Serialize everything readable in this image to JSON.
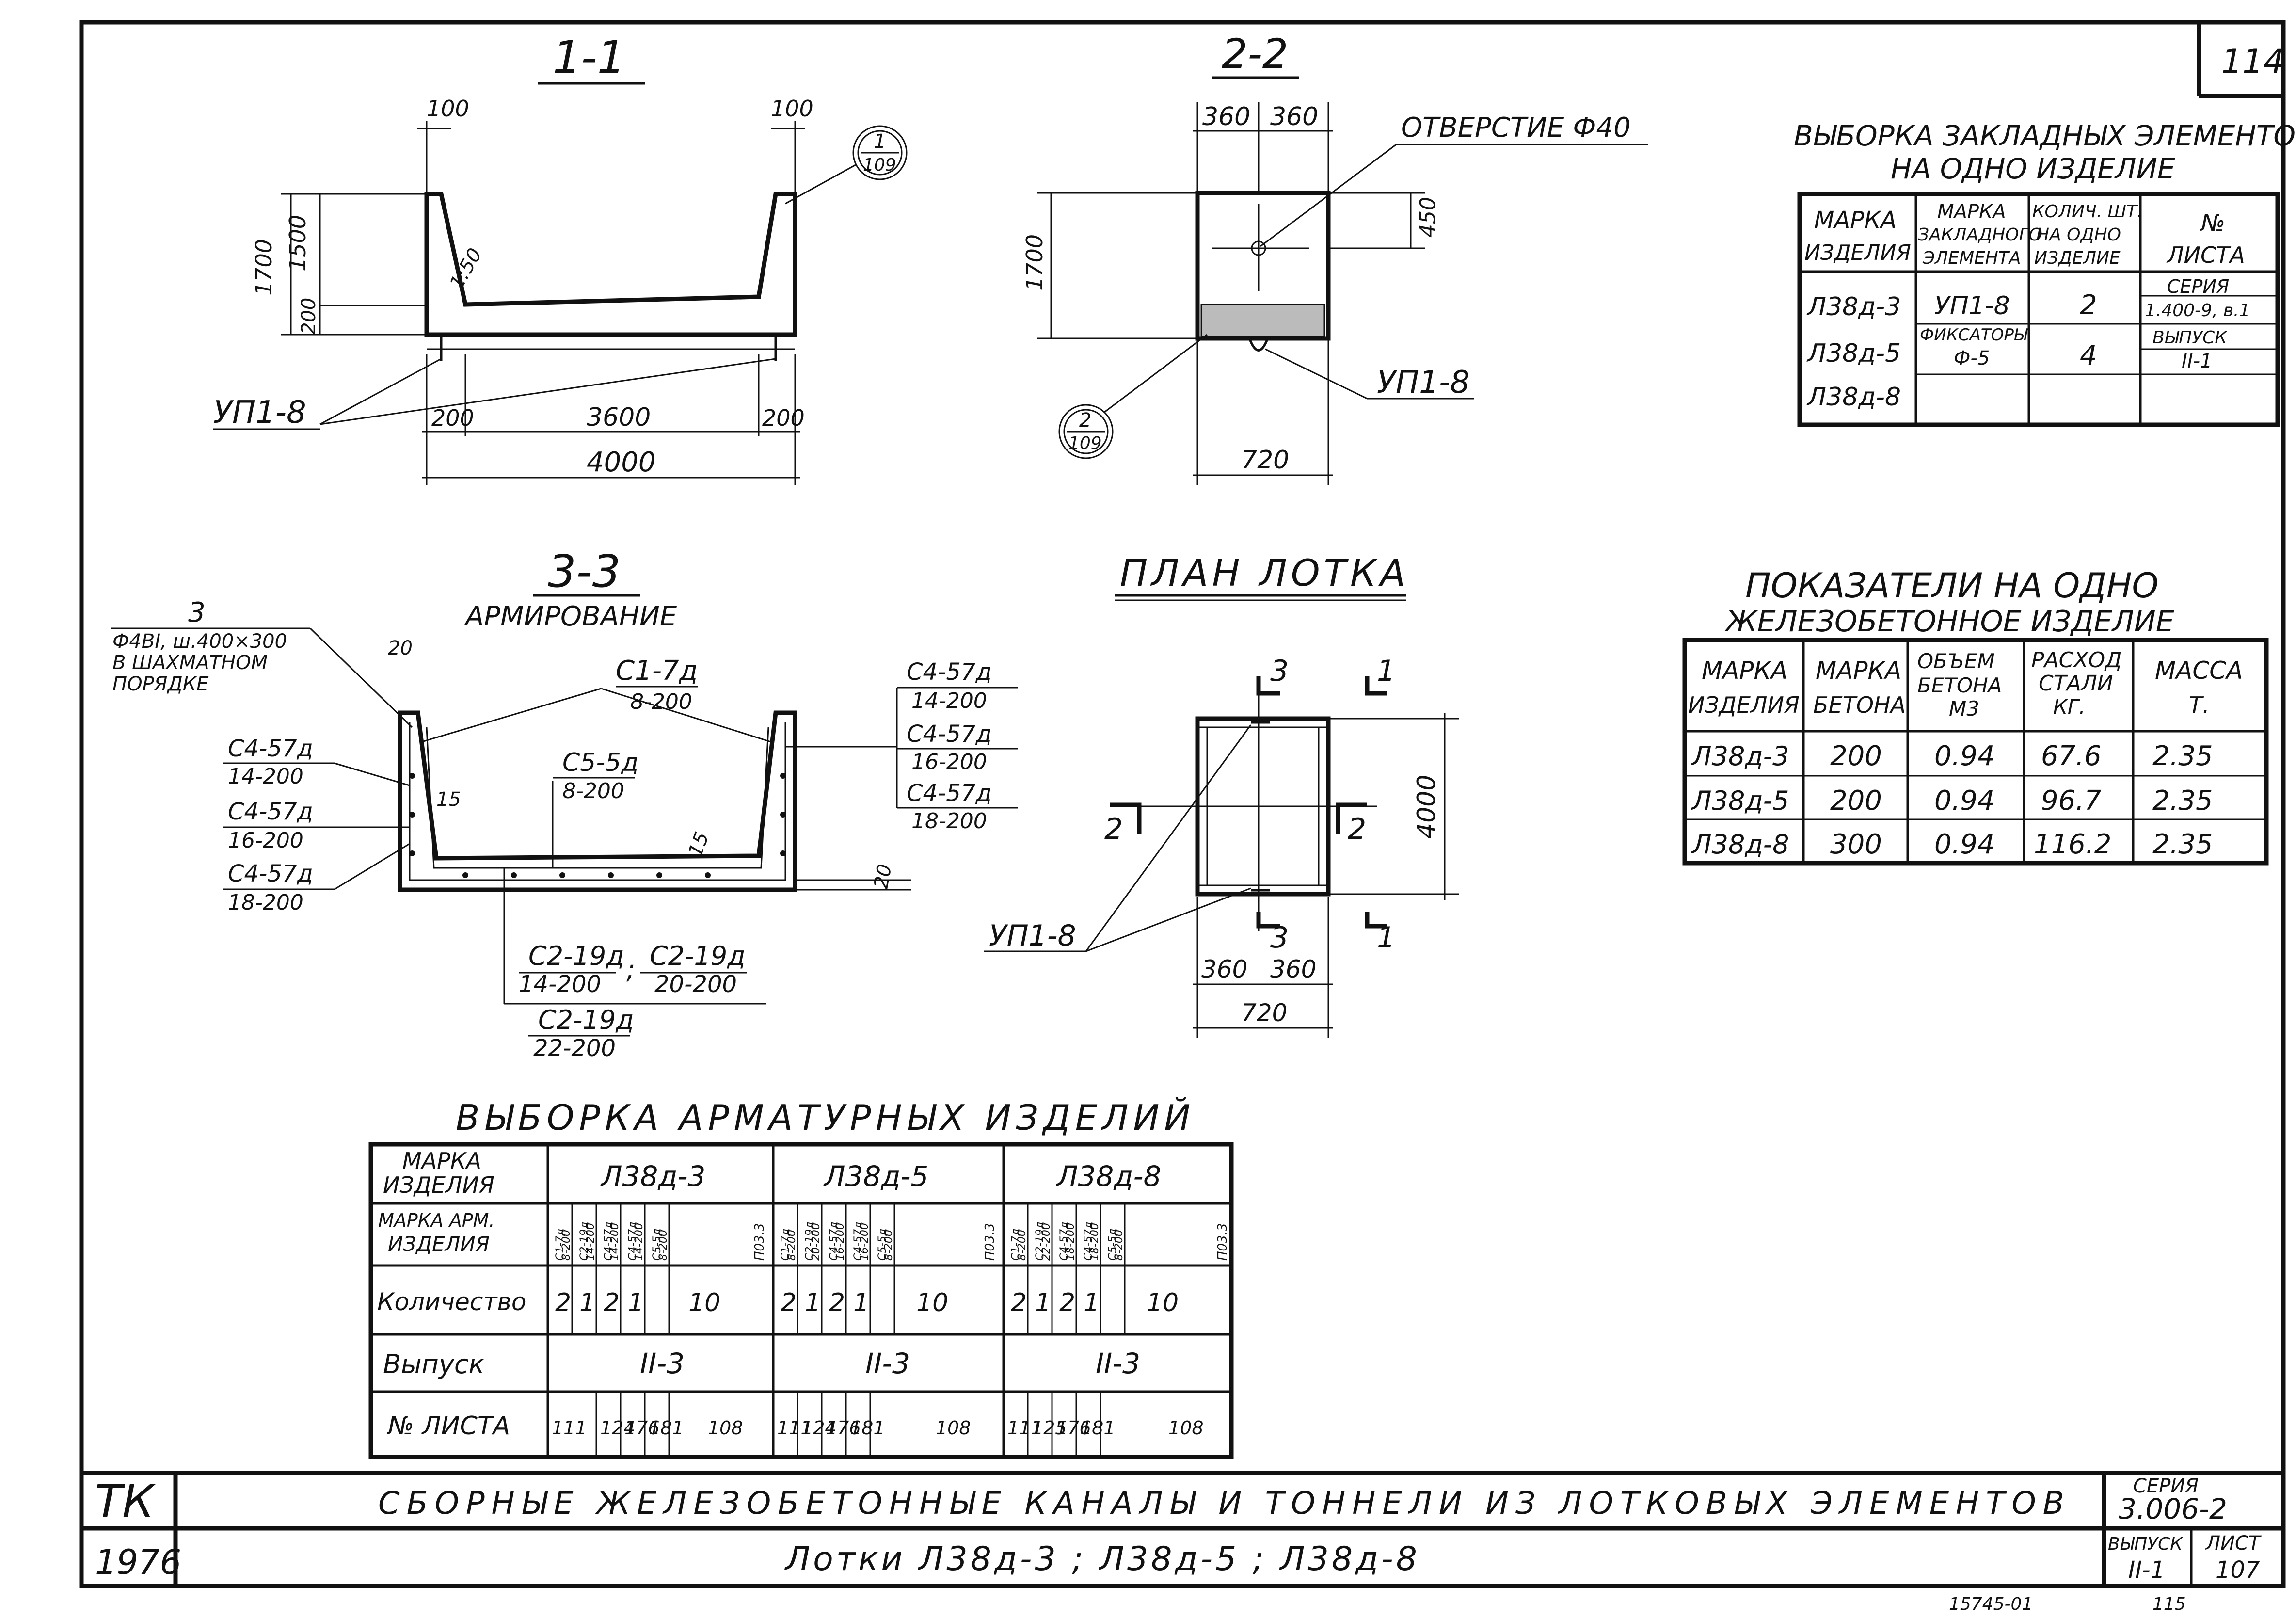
{
  "sheet": {
    "corner_number": "114",
    "org": "ТК",
    "year": "1976",
    "title_line": "СБОРНЫЕ ЖЕЛЕЗОБЕТОННЫЕ КАНАЛЫ И ТОННЕЛИ ИЗ ЛОТКОВЫХ ЭЛЕМЕНТОВ",
    "subtitle_line": "Лотки Л38д-3 ; Л38д-5 ; Л38д-8",
    "series_label": "СЕРИЯ",
    "series_value": "3.006-2",
    "issue_label": "ВЫПУСК",
    "issue_value": "II-1",
    "sheet_label": "ЛИСТ",
    "sheet_value": "107",
    "footer_code": "15745-01",
    "footer_num": "115"
  },
  "sections": {
    "s11": {
      "title": "1-1",
      "d100a": "100",
      "d100b": "100",
      "h1700": "1700",
      "h1500": "1500",
      "h200": "200",
      "slope": "1:50",
      "b200a": "200",
      "b3600": "3600",
      "b200b": "200",
      "b4000": "4000",
      "callout_top": "1",
      "callout_bot": "109",
      "label_up": "УП1-8"
    },
    "s22": {
      "title": "2-2",
      "w360a": "360",
      "w360b": "360",
      "hole": "ОТВЕРСТИЕ Ф40",
      "h450": "450",
      "h1700": "1700",
      "callout_top": "2",
      "callout_bot": "109",
      "label_up": "УП1-8",
      "w720": "720"
    },
    "s33": {
      "title": "3-3",
      "subtitle": "АРМИРОВАНИЕ",
      "n3": "3",
      "rebar1": "Ф4ВI, ш.400×300",
      "rebar2": "В ШАХМАТНОМ",
      "rebar3": "ПОРЯДКЕ",
      "d20a": "20",
      "c17": "С1-7д",
      "c17s": "8-200",
      "c55": "С5-5д",
      "c55s": "8-200",
      "l1a": "С4-57д",
      "l1b": "14-200",
      "l2a": "С4-57д",
      "l2b": "16-200",
      "l3a": "С4-57д",
      "l3b": "18-200",
      "r1a": "С4-57д",
      "r1b": "14-200",
      "r2a": "С4-57д",
      "r2b": "16-200",
      "r3a": "С4-57д",
      "r3b": "18-200",
      "d15a": "15",
      "d15b": "15",
      "d20b": "20",
      "b1a": "С2-19д",
      "b1b": "14-200",
      "b2a": "С2-19д",
      "b2b": "20-200",
      "sep": ";",
      "b3a": "С2-19д",
      "b3b": "22-200"
    },
    "plan": {
      "title": "ПЛАН ЛОТКА",
      "m3a": "3",
      "m1a": "1",
      "m2a": "2",
      "m2b": "2",
      "m3b": "3",
      "m1b": "1",
      "h4000": "4000",
      "label_up": "УП1-8",
      "w360a": "360",
      "w360b": "360",
      "w720": "720"
    }
  },
  "embedded_table": {
    "title1": "ВЫБОРКА ЗАКЛАДНЫХ ЭЛЕМЕНТОВ",
    "title2": "НА ОДНО ИЗДЕЛИЕ",
    "headers": [
      [
        "МАРКА",
        "ИЗДЕЛИЯ"
      ],
      [
        "МАРКА",
        "ЗАКЛАДНОГО",
        "ЭЛЕМЕНТА"
      ],
      [
        "КОЛИЧ. ШТ.",
        "НА ОДНО",
        "ИЗДЕЛИЕ"
      ],
      [
        "№",
        "ЛИСТА"
      ]
    ],
    "products": [
      "Л38д-3",
      "Л38д-5",
      "Л38д-8"
    ],
    "row1": {
      "element": "УП1-8",
      "qty": "2",
      "sheet1": "СЕРИЯ",
      "sheet2": "1.400-9, в.1"
    },
    "row2": {
      "element1": "ФИКСАТОРЫ",
      "element2": "Ф-5",
      "qty": "4",
      "sheet1": "ВЫПУСК",
      "sheet2": "II-1"
    }
  },
  "indicators_table": {
    "title1": "ПОКАЗАТЕЛИ НА ОДНО",
    "title2": "ЖЕЛЕЗОБЕТОННОЕ ИЗДЕЛИЕ",
    "headers": [
      [
        "МАРКА",
        "ИЗДЕЛИЯ"
      ],
      [
        "МАРКА",
        "БЕТОНА"
      ],
      [
        "ОБЪЕМ",
        "БЕТОНА",
        "М3"
      ],
      [
        "РАСХОД",
        "СТАЛИ",
        "КГ."
      ],
      [
        "МАССА",
        "Т."
      ]
    ],
    "rows": [
      [
        "Л38д-3",
        "200",
        "0.94",
        "67.6",
        "2.35"
      ],
      [
        "Л38д-5",
        "200",
        "0.94",
        "96.7",
        "2.35"
      ],
      [
        "Л38д-8",
        "300",
        "0.94",
        "116.2",
        "2.35"
      ]
    ]
  },
  "rebar_table": {
    "title": "ВЫБОРКА АРМАТУРНЫХ ИЗДЕЛИЙ",
    "h_mark1": "МАРКА",
    "h_mark2": "ИЗДЕЛИЯ",
    "h_arm1": "МАРКА АРМ.",
    "h_arm2": "ИЗДЕЛИЯ",
    "products": [
      "Л38д-3",
      "Л38д-5",
      "Л38д-8"
    ],
    "items": [
      [
        "С1-7д",
        "С2-19д",
        "С4-57д",
        "С4-57д",
        "С5-5д",
        "П03.3"
      ],
      [
        "С1-7д",
        "С2-19д",
        "С4-57д",
        "С4-57д",
        "С5-5д",
        "П03.3"
      ],
      [
        "С1-7д",
        "С2-19д",
        "С4-57д",
        "С4-57д",
        "С5-5д",
        "П03.3"
      ]
    ],
    "steps": [
      [
        "8-200",
        "14-200",
        "14-200",
        "14-200",
        "8-200",
        ""
      ],
      [
        "8-200",
        "20-200",
        "16-200",
        "16-200",
        "8-200",
        ""
      ],
      [
        "8-200",
        "22-200",
        "18-200",
        "18-200",
        "8-200",
        ""
      ]
    ],
    "row_qty_label": "Количество",
    "qty": [
      [
        "2",
        "1",
        "2",
        "1",
        "10"
      ],
      [
        "2",
        "1",
        "2",
        "1",
        "10"
      ],
      [
        "2",
        "1",
        "2",
        "1",
        "10"
      ]
    ],
    "row_issue_label": "Выпуск",
    "issue": [
      "II-3",
      "II-3",
      "II-3"
    ],
    "row_sheet_label": "№ ЛИСТА",
    "sheets": [
      [
        "111",
        "124",
        "176",
        "181",
        "108"
      ],
      [
        "111",
        "124",
        "176",
        "181",
        "108"
      ],
      [
        "111",
        "125",
        "176",
        "181",
        "108"
      ]
    ]
  }
}
